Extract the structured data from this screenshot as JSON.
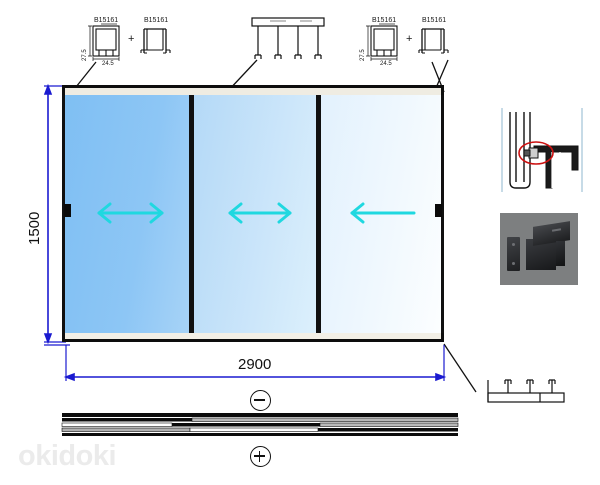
{
  "drawing": {
    "title": "Sliding glass door technical drawing",
    "watermark": "okidoki",
    "colors": {
      "dimension_line": "#1a1ad0",
      "arrow": "#1fd8e0",
      "outline": "#101010",
      "highlight": "#cc1111",
      "glass_left": "#7fbff3",
      "glass_mid": "#b4d9f7",
      "glass_right": "#e2f1fd"
    }
  },
  "dimensions": {
    "width_label": "2900",
    "height_label": "1500"
  },
  "profiles": {
    "left_group": {
      "part_a_label": "B15161",
      "part_a_height": "27.5",
      "part_a_width": "24.5",
      "plus_sign": "+",
      "part_b_label": "B15161"
    },
    "right_group": {
      "part_a_label": "B15161",
      "part_a_height": "27.5",
      "part_a_width": "24.5",
      "plus_sign": "+",
      "part_b_label": "B15161"
    }
  },
  "elevation": {
    "panes": [
      {
        "name": "pane-left",
        "arrow": "double",
        "arrow_direction": "left-right"
      },
      {
        "name": "pane-middle",
        "arrow": "double",
        "arrow_direction": "left-right"
      },
      {
        "name": "pane-right",
        "arrow": "single",
        "arrow_direction": "left"
      }
    ]
  },
  "section_view": {
    "top_sign": "−",
    "bottom_sign": "+",
    "top_sign_name": "minus-sign",
    "bottom_sign_name": "plus-sign"
  },
  "insets": {
    "detail_drawing_name": "interlock-detail-drawing",
    "photo_name": "lock-hardware-photo",
    "top_track_name": "top-track-section",
    "bottom_track_name": "bottom-track-section"
  }
}
